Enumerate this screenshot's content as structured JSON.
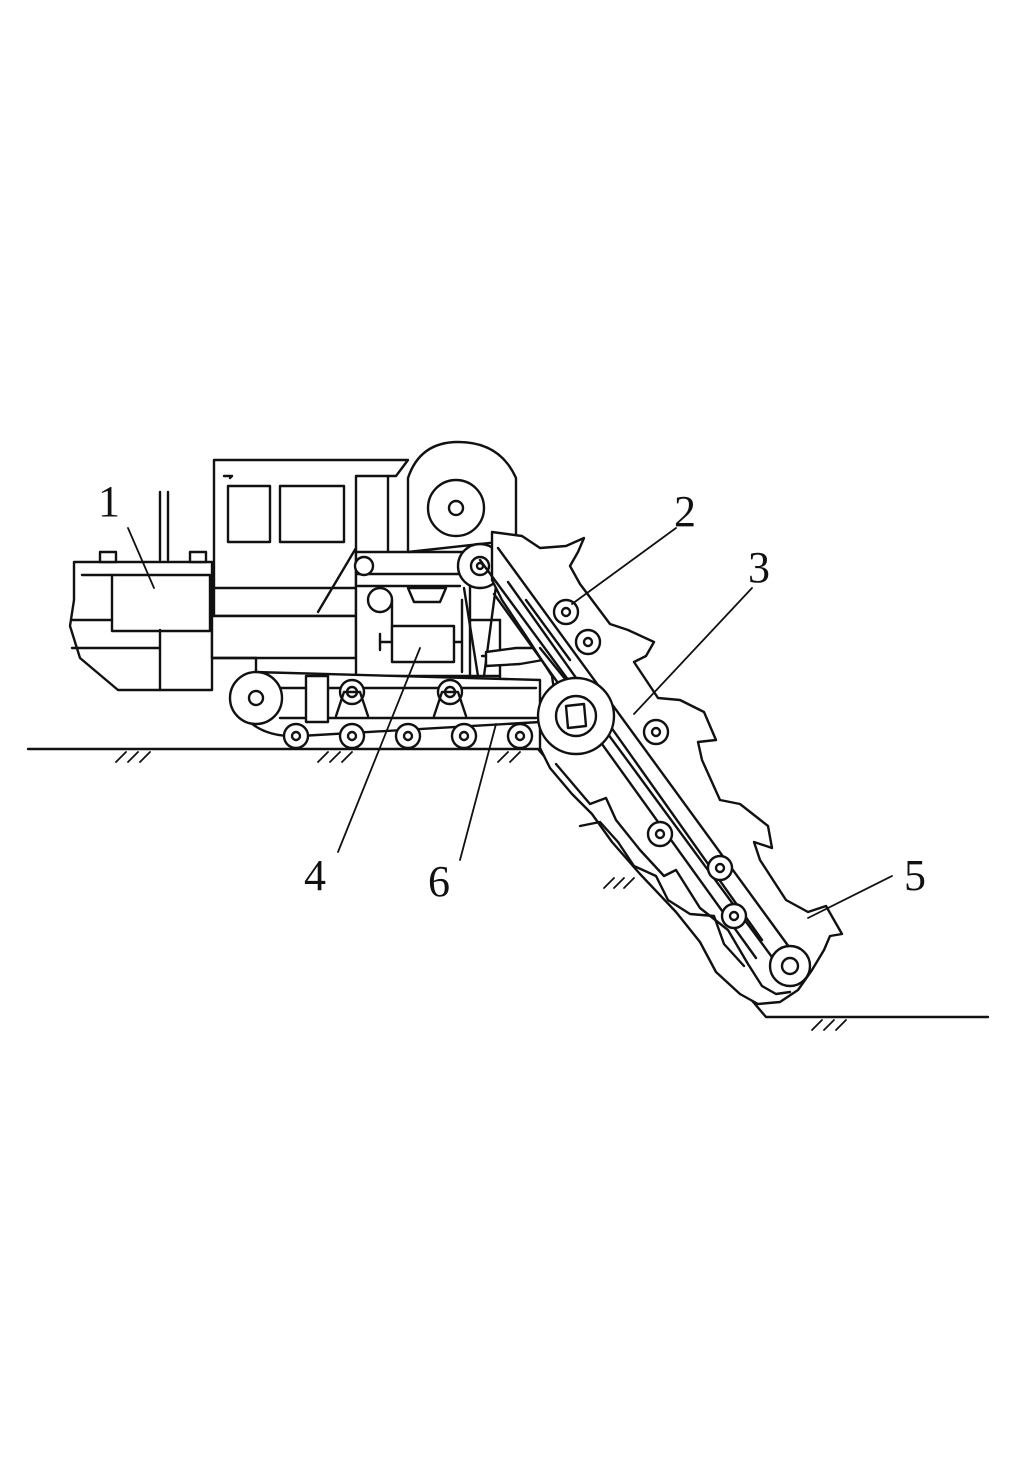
{
  "labels": {
    "l1": "1",
    "l2": "2",
    "l3": "3",
    "l4": "4",
    "l5": "5",
    "l6": "6"
  },
  "colors": {
    "stroke": "#111111",
    "background": "#ffffff"
  }
}
